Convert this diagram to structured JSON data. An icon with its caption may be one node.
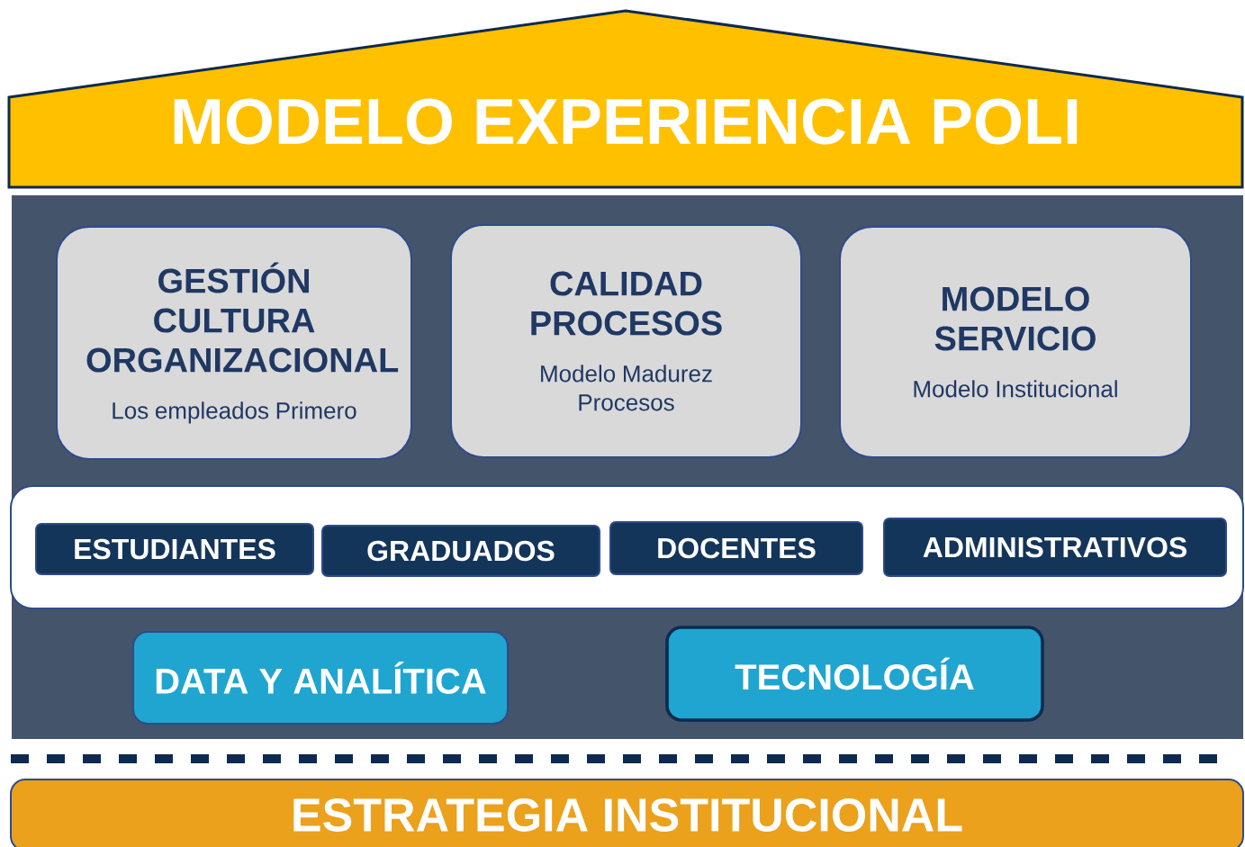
{
  "diagram": {
    "nodes": [
      {
        "text": [
          "MODELO EXPERIENCIA POLI"
        ]
      },
      {
        "text": [],
        "shape": "box"
      },
      {
        "text": [
          "GESTIÓN CULTURA ORGANIZACIONAL",
          "Los empleados Primero"
        ],
        "in": 1
      },
      {
        "text": [
          "CALIDAD PROCESOS",
          "Modelo Madurez Procesos"
        ],
        "in": 1
      },
      {
        "text": [
          "MODELO SERVICIO",
          "Modelo Institucional"
        ],
        "in": 1
      },
      {
        "text": [],
        "shape": "box",
        "in": 1
      },
      {
        "text": [
          "ESTUDIANTES"
        ],
        "in": 5
      },
      {
        "text": [
          "GRADUADOS"
        ],
        "in": 5
      },
      {
        "text": [
          "DOCENTES"
        ],
        "in": 5
      },
      {
        "text": [
          "ADMINISTRATIVOS"
        ],
        "in": 5
      },
      {
        "text": [
          "DATA Y ANALÍTICA"
        ],
        "in": 1
      },
      {
        "text": [
          "TECNOLOGÍA"
        ],
        "in": 1
      },
      {
        "text": [
          "ESTRATEGIA INSTITUCIONAL"
        ]
      }
    ]
  }
}
